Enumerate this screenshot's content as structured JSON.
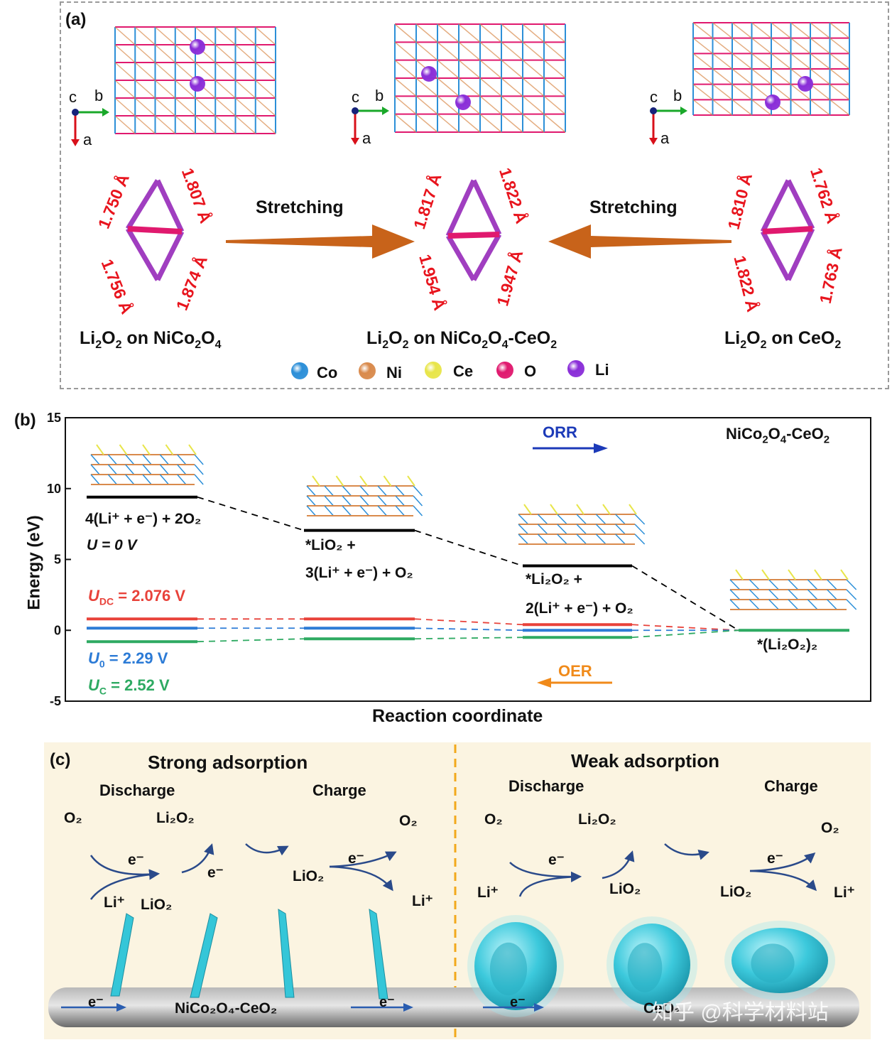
{
  "panel_a": {
    "label": "(a)",
    "axes": {
      "c": "c",
      "b": "b",
      "a": "a"
    },
    "structures": [
      {
        "caption_main": "Li",
        "caption_sub1": "2",
        "caption_mid": "O",
        "caption_sub2": "2",
        "caption_tail": " on NiCo",
        "caption_sub3": "2",
        "caption_tail2": "O",
        "caption_sub4": "4",
        "caption_end": "",
        "bonds": [
          "1.750 Å",
          "1.807 Å",
          "1.756 Å",
          "1.874 Å"
        ]
      },
      {
        "caption_main": "Li",
        "caption_sub1": "2",
        "caption_mid": "O",
        "caption_sub2": "2",
        "caption_tail": " on NiCo",
        "caption_sub3": "2",
        "caption_tail2": "O",
        "caption_sub4": "4",
        "caption_end": "-CeO",
        "caption_sub5": "2",
        "bonds": [
          "1.817 Å",
          "1.822 Å",
          "1.954 Å",
          "1.947 Å"
        ]
      },
      {
        "caption_main": "Li",
        "caption_sub1": "2",
        "caption_mid": "O",
        "caption_sub2": "2",
        "caption_tail": " on CeO",
        "caption_sub3": "2",
        "bonds": [
          "1.810 Å",
          "1.762 Å",
          "1.822 Å",
          "1.763 Å"
        ]
      }
    ],
    "arrow_left_label": "Stretching",
    "arrow_right_label": "Stretching",
    "legend": [
      {
        "name": "Co",
        "color": "#2c8fd8"
      },
      {
        "name": "Ni",
        "color": "#d98a4c"
      },
      {
        "name": "Ce",
        "color": "#e8e54a"
      },
      {
        "name": "O",
        "color": "#e0196e"
      },
      {
        "name": "Li",
        "color": "#8a2ed8"
      }
    ]
  },
  "panel_b": {
    "label": "(b)",
    "material": "NiCo",
    "material_sub1": "2",
    "material_mid": "O",
    "material_sub2": "4",
    "material_end": "-CeO",
    "material_sub3": "2",
    "ylabel": "Energy (eV)",
    "xlabel": "Reaction coordinate",
    "orr_label": "ORR",
    "oer_label": "OER",
    "states": [
      {
        "line1": "4(Li⁺ + e⁻) + 2O₂",
        "line2": "U = 0 V"
      },
      {
        "line1": "*LiO₂ +",
        "line2": "3(Li⁺ + e⁻) + O₂"
      },
      {
        "line1": "*Li₂O₂ +",
        "line2": "2(Li⁺ + e⁻) + O₂"
      },
      {
        "line1": "*(Li₂O₂)₂",
        "line2": ""
      }
    ],
    "potentials": {
      "udc": "U",
      "udc_sub": "DC",
      "udc_val": " = 2.076 V",
      "u0": "U",
      "u0_sub": "0",
      "u0_val": " = 2.29 V",
      "uc": "U",
      "uc_sub": "C",
      "uc_val": " = 2.52 V"
    }
  },
  "chart_data": {
    "type": "line",
    "title": "",
    "xlabel": "Reaction coordinate",
    "ylabel": "Energy (eV)",
    "ylim": [
      -5,
      15
    ],
    "yticks": [
      -5,
      0,
      5,
      10,
      15
    ],
    "categories": [
      "4(Li+ + e−) + 2O2",
      "*LiO2 + 3(Li+ + e−) + O2",
      "*Li2O2 + 2(Li+ + e−) + O2",
      "*(Li2O2)2"
    ],
    "series": [
      {
        "name": "U = 0 V",
        "color": "#000000",
        "values": [
          9.4,
          7.05,
          4.55,
          0
        ]
      },
      {
        "name": "UDC = 2.076 V",
        "color": "#e8423a",
        "values": [
          0.8,
          0.8,
          0.4,
          0
        ]
      },
      {
        "name": "U0 = 2.29 V",
        "color": "#2c7bd6",
        "values": [
          0.15,
          0.15,
          0.0,
          0
        ]
      },
      {
        "name": "UC = 2.52 V",
        "color": "#2eaa62",
        "values": [
          -0.8,
          -0.6,
          -0.5,
          0
        ]
      }
    ]
  },
  "panel_c": {
    "label": "(c)",
    "left_title": "Strong adsorption",
    "right_title": "Weak adsorption",
    "discharge": "Discharge",
    "charge": "Charge",
    "o2": "O₂",
    "li2o2": "Li₂O₂",
    "lio2": "LiO₂",
    "li_plus": "Li⁺",
    "electron": "e⁻",
    "substrate_left": "NiCo₂O₄-CeO₂",
    "substrate_right": "CeO₂",
    "watermark": "知乎 @科学材料站"
  }
}
